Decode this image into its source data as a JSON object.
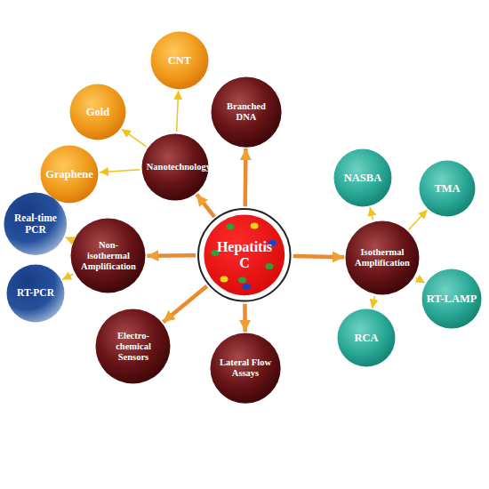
{
  "diagram": {
    "nodes": [
      {
        "text": [
          "CNT"
        ]
      },
      {
        "text": [
          "Gold"
        ]
      },
      {
        "text": [
          "Branched DNA"
        ]
      },
      {
        "text": [
          "Nanotechnology"
        ]
      },
      {
        "text": [
          "Graphene"
        ]
      },
      {
        "text": [
          "NASBA"
        ]
      },
      {
        "text": [
          "TMA"
        ]
      },
      {
        "text": [
          "Real-time PCR"
        ]
      },
      {
        "text": [
          "Non-isothermal Amplification"
        ]
      },
      {
        "text": [
          "Hepatitis C"
        ]
      },
      {
        "text": [
          "Isothermal Amplification"
        ]
      },
      {
        "text": [
          "RT-PCR"
        ]
      },
      {
        "text": [
          "RT-LAMP"
        ]
      },
      {
        "text": [
          "RCA"
        ]
      },
      {
        "text": [
          "Electro-chemical Sensors"
        ]
      },
      {
        "text": [
          "Lateral Flow Assays"
        ]
      }
    ],
    "edges": [
      {
        "from": 9,
        "to": 3,
        "arrow": "to"
      },
      {
        "from": 9,
        "to": 2,
        "arrow": "to"
      },
      {
        "from": 9,
        "to": 10,
        "arrow": "to"
      },
      {
        "from": 9,
        "to": 15,
        "arrow": "to"
      },
      {
        "from": 9,
        "to": 14,
        "arrow": "to"
      },
      {
        "from": 9,
        "to": 8,
        "arrow": "to"
      },
      {
        "from": 3,
        "to": 1,
        "arrow": "to"
      },
      {
        "from": 3,
        "to": 0,
        "arrow": "to"
      },
      {
        "from": 3,
        "to": 4,
        "arrow": "to"
      },
      {
        "from": 8,
        "to": 7,
        "arrow": "to"
      },
      {
        "from": 8,
        "to": 11,
        "arrow": "to"
      },
      {
        "from": 10,
        "to": 5,
        "arrow": "to"
      },
      {
        "from": 10,
        "to": 6,
        "arrow": "to"
      },
      {
        "from": 10,
        "to": 12,
        "arrow": "to"
      },
      {
        "from": 10,
        "to": 13,
        "arrow": "to"
      }
    ]
  }
}
